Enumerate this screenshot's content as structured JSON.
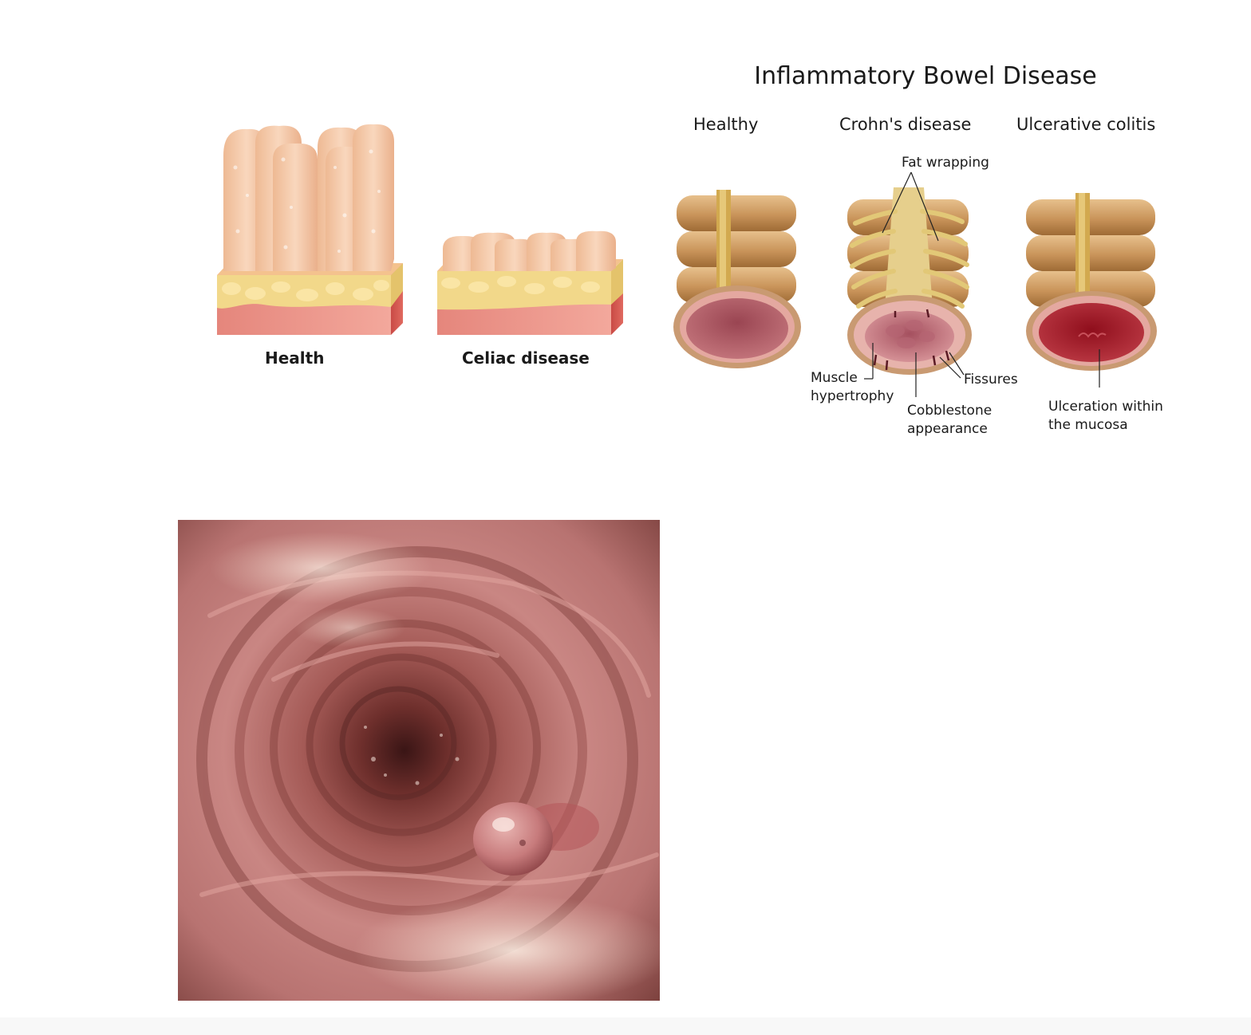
{
  "villi_figure": {
    "healthy_label": "Health",
    "celiac_label": "Celiac disease"
  },
  "ibd_figure": {
    "title": "Inflammatory Bowel Disease",
    "columns": {
      "healthy": "Healthy",
      "crohns": "Crohn's disease",
      "uc": "Ulcerative colitis"
    },
    "annotations": {
      "fat_wrapping": "Fat wrapping",
      "muscle_hypertrophy": "Muscle\nhypertrophy",
      "fissures": "Fissures",
      "cobblestone": "Cobblestone\nappearance",
      "ulceration": "Ulceration within\nthe mucosa"
    }
  },
  "endoscopy_image": {
    "subject": "colon-interior-with-polyp"
  },
  "colors": {
    "villi": "#f4c9a6",
    "fat_layer": "#f2d88a",
    "muscle_layer": "#e88d82",
    "colon_wall": "#c79a5e",
    "lumen_healthy": "#a85560",
    "lumen_uc": "#a01e28",
    "mucosa": "#d99a94"
  }
}
